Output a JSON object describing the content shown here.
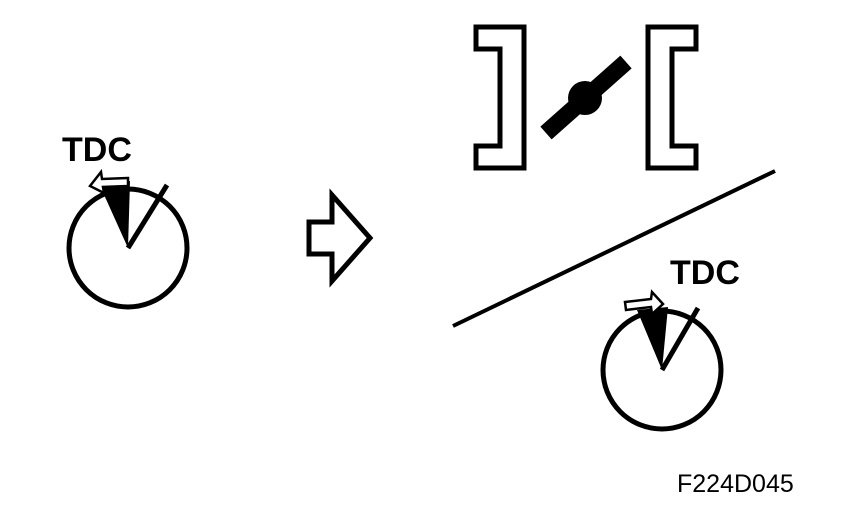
{
  "labels": {
    "tdc_left": "TDC",
    "tdc_right": "TDC",
    "figure_code": "F224D045"
  },
  "colors": {
    "ink": "#000000",
    "paper": "#ffffff"
  },
  "icons": {
    "transition": "hollow-right-arrow-icon",
    "rotation": "rotation-arrow-icon",
    "valve": "throttle-valve-icon"
  }
}
